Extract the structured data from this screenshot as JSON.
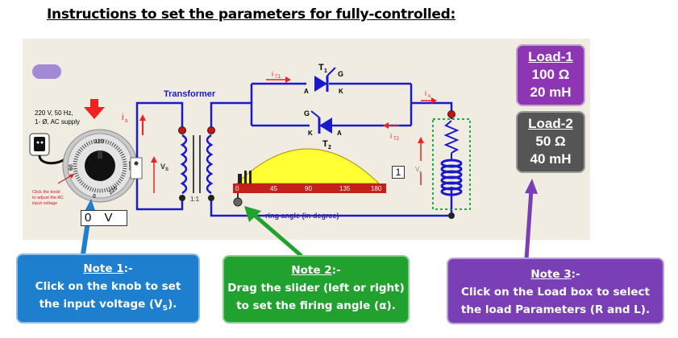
{
  "title": "Instructions to set the parameters for fully-controlled:",
  "supply": {
    "line1": "220 V, 50 Hz,",
    "line2": "1- Ø, AC supply"
  },
  "knob": {
    "scale_labels": [
      "60",
      "120",
      "180",
      "220",
      "0"
    ],
    "hint_lines": [
      "Click the knob",
      "to adjust the AC",
      "input voltage"
    ],
    "voltage_value": "0",
    "voltage_unit": "V"
  },
  "circuit": {
    "transformer_label": "Transformer",
    "ratio_label": "1:1",
    "is_label": "i",
    "is_sub": "s",
    "vs_label": "V",
    "vs_sub": "S",
    "t1_label": "T",
    "t1_sub": "1",
    "t2_label": "T",
    "t2_sub": "2",
    "g": "G",
    "a": "A",
    "k": "K",
    "it1_label": "i",
    "it1_sub": "T1",
    "it2_label": "i",
    "it2_sub": "T2",
    "io_label": "i",
    "io_sub": "o",
    "vo_label": "V",
    "vo_sub": "o"
  },
  "slider": {
    "ticks": [
      "0",
      "45",
      "90",
      "135",
      "180"
    ],
    "value_box": "1",
    "firing_label": "Firing angle (in degree)",
    "firing_label_visible": "ring angle (in degree)",
    "angle_deg": 0
  },
  "loads": [
    {
      "name": "Load-1",
      "resistance": "100 Ω",
      "inductance": "20 mH"
    },
    {
      "name": "Load-2",
      "resistance": "50 Ω",
      "inductance": "40 mH"
    }
  ],
  "notes": [
    {
      "title": "Note 1",
      "suffix": ":-",
      "line1": "Click on the knob to set",
      "line2_pre": "the input voltage (V",
      "line2_sub": "S",
      "line2_post": ")."
    },
    {
      "title": "Note 2",
      "suffix": ":-",
      "line1": "Drag the slider (left or right)",
      "line2": "to set the firing angle (α)."
    },
    {
      "title": "Note 3",
      "suffix": ":-",
      "line1": "Click on the Load box to select",
      "line2": "the load Parameters (R and L)."
    }
  ],
  "colors": {
    "wire": "#1a1acc",
    "note1": "#1f7fcf",
    "note2": "#21a22f",
    "note3": "#7a3fb5",
    "load1": "#8e35b3",
    "load2": "#555555",
    "slider_fill": "#ffff33",
    "arrow_red": "#ee2222"
  }
}
